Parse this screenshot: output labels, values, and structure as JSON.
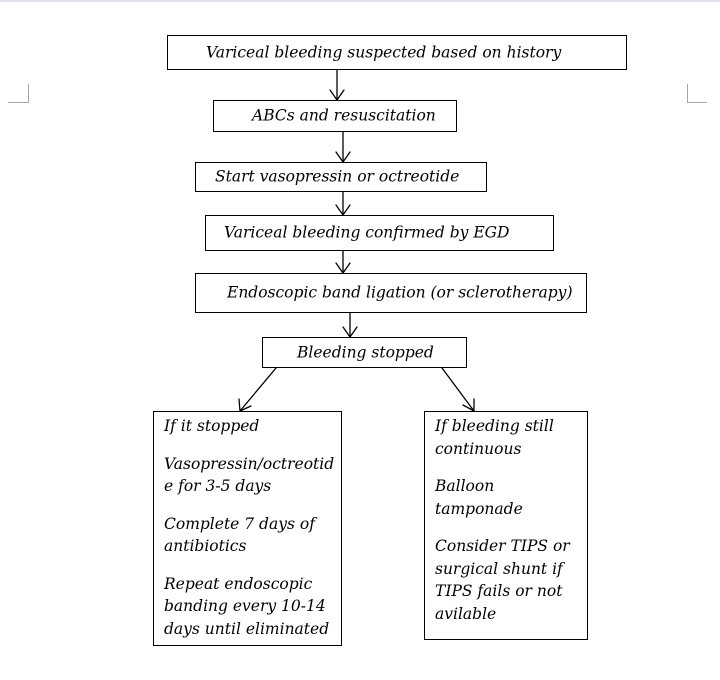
{
  "flow": {
    "steps": [
      "Variceal bleeding suspected based on history",
      "ABCs and resuscitation",
      "Start vasopressin or octreotide",
      "Variceal bleeding confirmed by EGD",
      "Endoscopic band ligation (or sclerotherapy)",
      "Bleeding stopped"
    ]
  },
  "left_branch": {
    "items": [
      "If it stopped",
      "Vasopressin/octreotid\ne for 3-5 days",
      "Complete 7 days of\nantibiotics",
      "Repeat endoscopic\nbanding every 10-14\ndays until eliminated"
    ]
  },
  "right_branch": {
    "items": [
      "If bleeding still\ncontinuous",
      "Balloon tamponade",
      "Consider TIPS or\nsurgical shunt if\nTIPS fails or not\navilable"
    ]
  }
}
